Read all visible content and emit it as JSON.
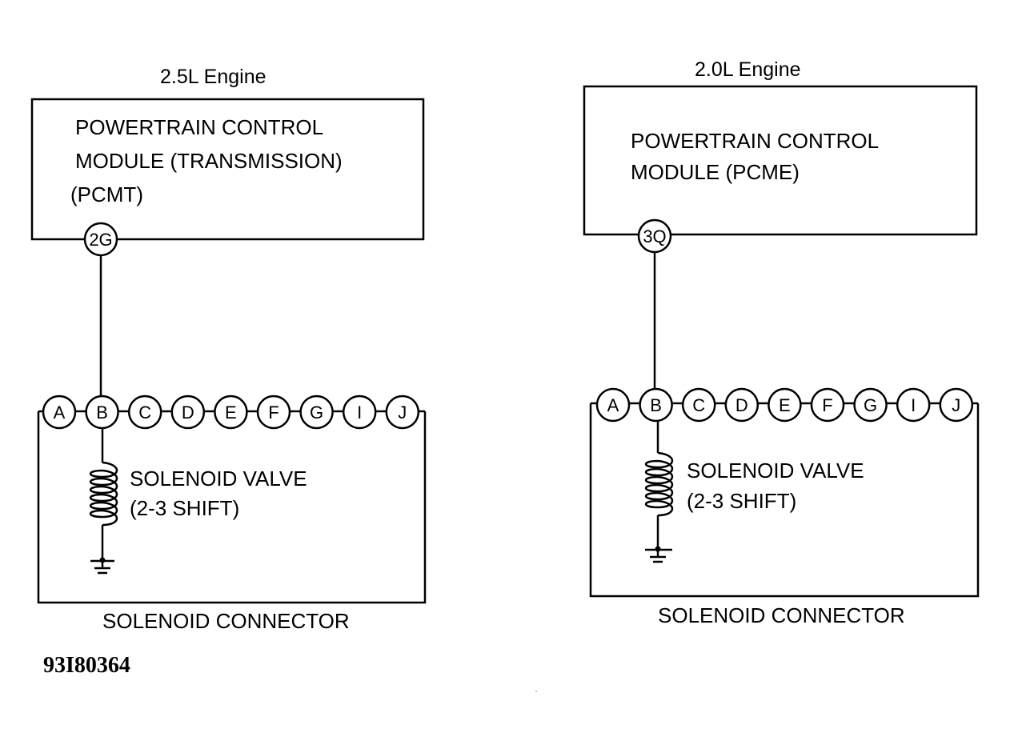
{
  "diagrams": [
    {
      "engine_label": "2.5L Engine",
      "module_lines": [
        "POWERTRAIN CONTROL",
        "MODULE (TRANSMISSION)",
        "(PCMT)"
      ],
      "module_pin": "2G",
      "connector_pins": [
        "A",
        "B",
        "C",
        "D",
        "E",
        "F",
        "G",
        "I",
        "J"
      ],
      "connected_pin": "B",
      "solenoid_lines": [
        "SOLENOID VALVE",
        "(2-3 SHIFT)"
      ],
      "connector_label": "SOLENOID CONNECTOR"
    },
    {
      "engine_label": "2.0L Engine",
      "module_lines": [
        "POWERTRAIN CONTROL",
        "MODULE (PCME)"
      ],
      "module_pin": "3Q",
      "connector_pins": [
        "A",
        "B",
        "C",
        "D",
        "E",
        "F",
        "G",
        "I",
        "J"
      ],
      "connected_pin": "B",
      "solenoid_lines": [
        "SOLENOID VALVE",
        "(2-3 SHIFT)"
      ],
      "connector_label": "SOLENOID CONNECTOR"
    }
  ],
  "figure_code": "93I80364"
}
